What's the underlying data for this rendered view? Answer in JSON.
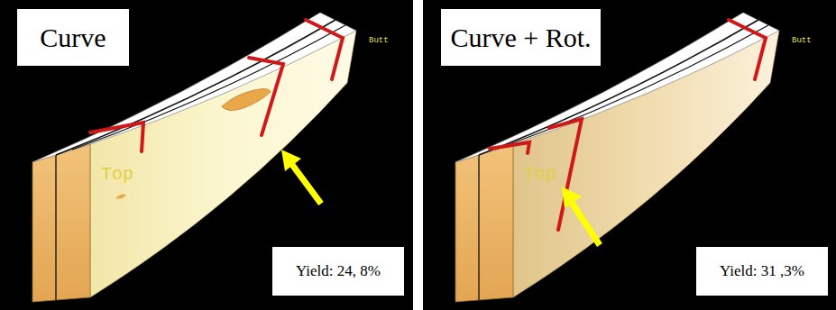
{
  "diagram": {
    "nodes": [
      {
        "text": [
          "Curve"
        ]
      },
      {
        "text": [
          "Yield: 24, 8%"
        ]
      },
      {
        "text": [
          "Curve + Rot."
        ]
      },
      {
        "text": [
          "Yield: 31 ,3%"
        ]
      }
    ],
    "labels": [
      "Butt",
      "Top",
      "Butt",
      "Top"
    ]
  }
}
